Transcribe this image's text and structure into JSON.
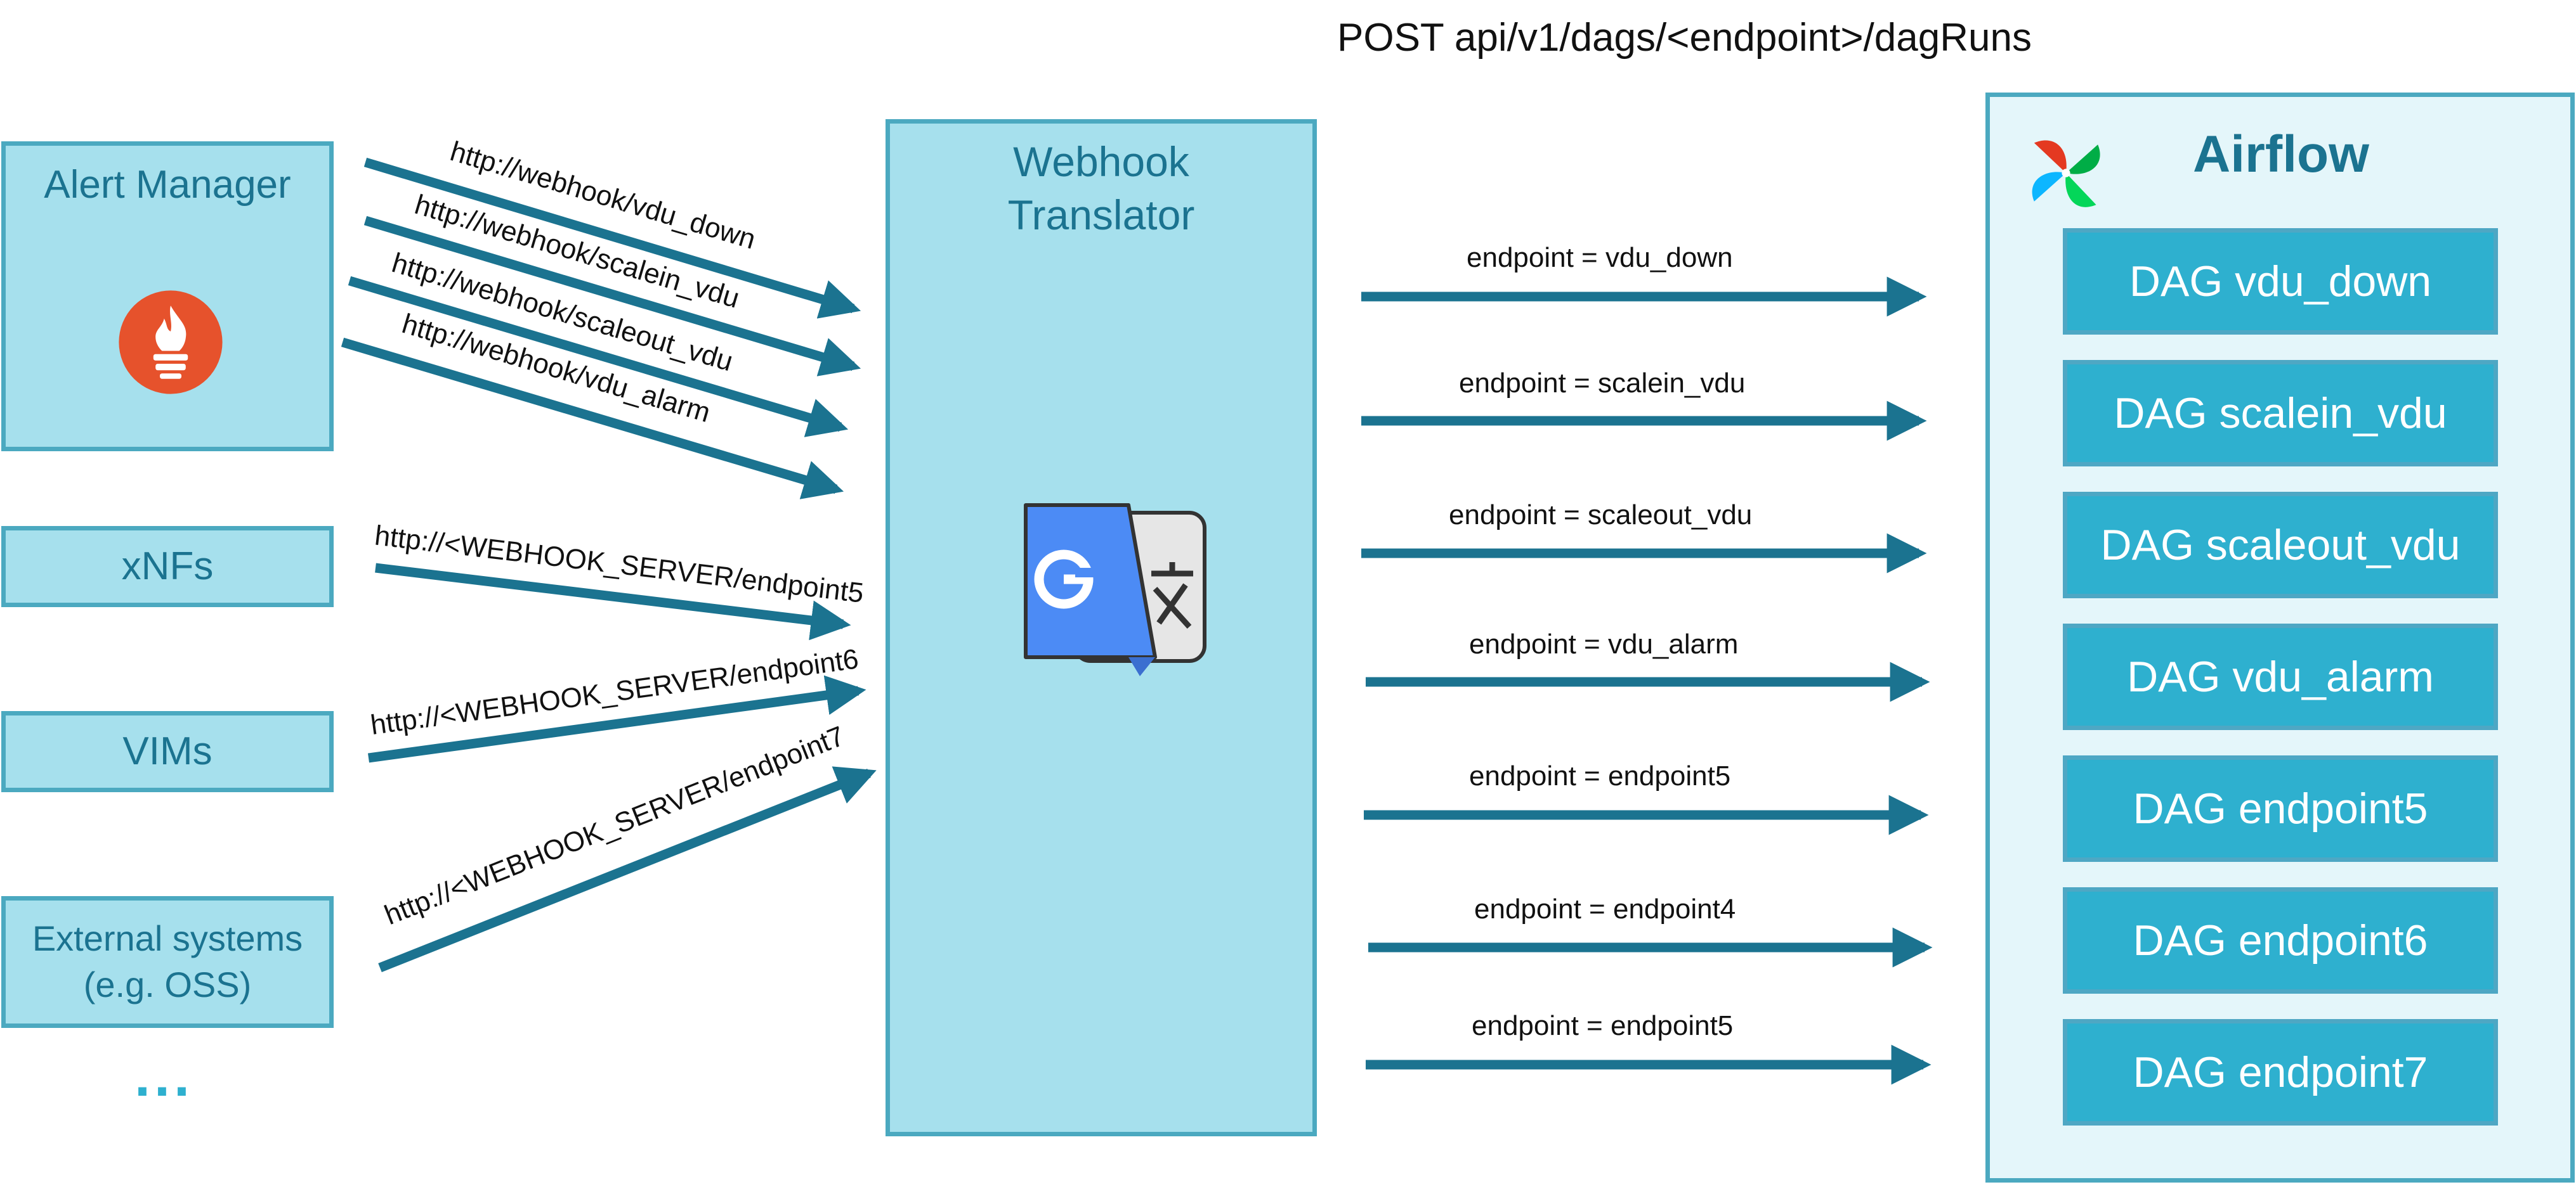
{
  "header": {
    "api_call": "POST api/v1/dags/<endpoint>/dagRuns"
  },
  "sources": {
    "alert_manager": "Alert Manager",
    "xnfs": "xNFs",
    "vims": "VIMs",
    "external_1": "External systems",
    "external_2": "(e.g. OSS)",
    "more": "..."
  },
  "webhook_urls": [
    "http://webhook/vdu_down",
    "http://webhook/scalein_vdu",
    "http://webhook/scaleout_vdu",
    "http://webhook/vdu_alarm",
    "http://<WEBHOOK_SERVER/endpoint5",
    "http://<WEBHOOK_SERVER/endpoint6",
    "http://<WEBHOOK_SERVER/endpoint7"
  ],
  "translator": {
    "line1": "Webhook",
    "line2": "Translator"
  },
  "endpoints": [
    "endpoint = vdu_down",
    "endpoint = scalein_vdu",
    "endpoint = scaleout_vdu",
    "endpoint = vdu_alarm",
    "endpoint = endpoint5",
    "endpoint = endpoint4",
    "endpoint = endpoint5"
  ],
  "airflow": {
    "title": "Airflow",
    "dags": [
      "DAG vdu_down",
      "DAG scalein_vdu",
      "DAG scaleout_vdu",
      "DAG vdu_alarm",
      "DAG endpoint5",
      "DAG endpoint6",
      "DAG endpoint7"
    ]
  },
  "colors": {
    "arrow": "#1b7390",
    "source_fill": "#a6e0ed",
    "dag_fill": "#2eb0cf",
    "airflow_panel": "#e4f6fa",
    "prometheus": "#e6522c",
    "google_blue": "#4c8bf5"
  },
  "icons": [
    "prometheus-icon",
    "google-translate-icon",
    "airflow-pinwheel-icon"
  ]
}
